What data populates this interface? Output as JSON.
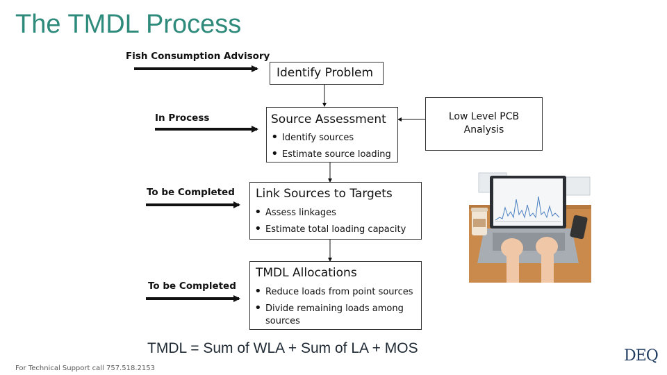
{
  "title": "The TMDL Process",
  "status_labels": {
    "fish_advisory": "Fish Consumption Advisory",
    "in_process": "In Process",
    "to_be_completed_1": "To be Completed",
    "to_be_completed_2": "To be Completed"
  },
  "steps": [
    {
      "heading": "Identify Problem",
      "bullets": []
    },
    {
      "heading": "Source Assessment",
      "bullets": [
        "Identify sources",
        "Estimate source loading"
      ]
    },
    {
      "heading": "Link Sources to Targets",
      "bullets": [
        "Assess linkages",
        "Estimate total loading capacity"
      ]
    },
    {
      "heading": "TMDL Allocations",
      "bullets": [
        "Reduce loads from point sources",
        "Divide remaining loads among sources"
      ]
    }
  ],
  "side_box": {
    "line1": "Low Level PCB",
    "line2": "Analysis"
  },
  "equation": "TMDL = Sum of WLA + Sum of LA + MOS",
  "footer": "For Technical Support call 757.518.2153",
  "logo": "DEQ",
  "colors": {
    "title": "#2e8a7b",
    "arrow": "#111111",
    "logo": "#1f3a5f"
  },
  "image": {
    "description_icon": "laptop-photo-icon"
  }
}
